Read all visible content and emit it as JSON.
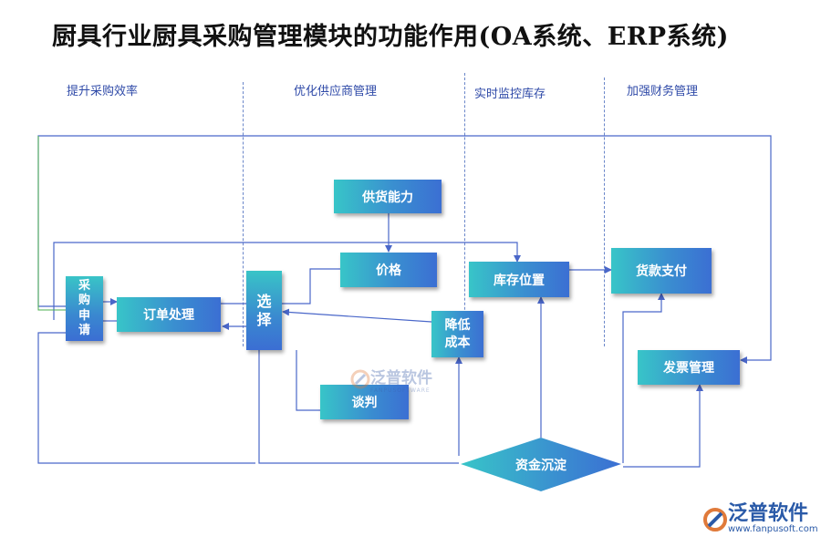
{
  "title": "厨具行业厨具采购管理模块的功能作用(OA系统、ERP系统)",
  "columns": [
    "提升采购效率",
    "优化供应商管理",
    "实时监控库存",
    "加强财务管理"
  ],
  "nodes": {
    "purchase_request": "采\n购\n申\n请",
    "order_processing": "订单处理",
    "select": "选\n择",
    "supply_capacity": "供货能力",
    "price": "价格",
    "negotiation": "谈判",
    "reduce_cost": "降低\n成本",
    "inventory_location": "库存位置",
    "payment": "货款支付",
    "invoice_management": "发票管理",
    "capital_sediment": "资金沉淀"
  },
  "watermark": {
    "name": "泛普软件",
    "sub": "FANPUSOFTWARE"
  },
  "logo": {
    "name": "泛普软件",
    "url": "www.fanpusoft.com"
  },
  "colors": {
    "node_start": "#38c5c8",
    "node_end": "#3b6fd3",
    "wire": "#4a67c9",
    "wire_green": "#4caf50",
    "column_text": "#2f4aa8"
  }
}
